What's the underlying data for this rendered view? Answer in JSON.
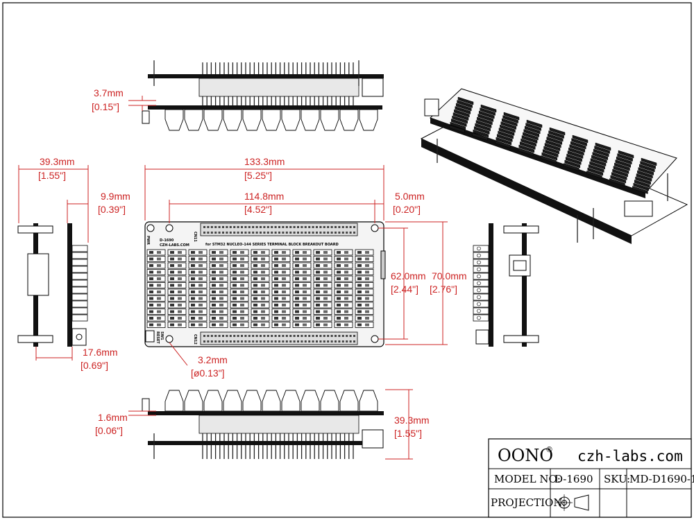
{
  "dimensions": {
    "standoff_height": {
      "mm": "3.7mm",
      "inch": "[0.15\"]"
    },
    "side_height": {
      "mm": "39.3mm",
      "inch": "[1.55\"]"
    },
    "side_offset": {
      "mm": "9.9mm",
      "inch": "[0.39\"]"
    },
    "side_depth": {
      "mm": "17.6mm",
      "inch": "[0.69\"]"
    },
    "overall_length": {
      "mm": "133.3mm",
      "inch": "[5.25\"]"
    },
    "hole_spacing_x": {
      "mm": "114.8mm",
      "inch": "[4.52\"]"
    },
    "hole_edge_offset": {
      "mm": "5.0mm",
      "inch": "[0.20\"]"
    },
    "hole_spacing_y": {
      "mm": "62.0mm",
      "inch": "[2.44\"]"
    },
    "overall_width": {
      "mm": "70.0mm",
      "inch": "[2.76\"]"
    },
    "hole_diameter": {
      "mm": "3.2mm",
      "inch": "[ø0.13\"]"
    },
    "pcb_thickness": {
      "mm": "1.6mm",
      "inch": "[0.06\"]"
    },
    "front_height": {
      "mm": "39.3mm",
      "inch": "[1.55\"]"
    }
  },
  "board_silkscreen": {
    "model": "D-1690",
    "site": "CZH-LABS.COM",
    "title": "for STM32 NUCLEO-144 SERIES TERMINAL BLOCK BREAKOUT BOARD",
    "header_top": "CN11",
    "header_bottom": "CN12",
    "reset_label": "RESET",
    "switch_label": "SW1",
    "power_label": "PWR"
  },
  "title_block": {
    "brand": "OONO",
    "brand_mark": "®",
    "website": "czh-labs.com",
    "model_label": "MODEL NO:",
    "model_value": "D-1690",
    "sku_label": "SKU:",
    "sku_value": "MD-D1690-1",
    "projection_label": "PROJECTION:",
    "projection_icon": "third-angle-projection-icon"
  },
  "colors": {
    "dimension": "#cc2222",
    "line": "#000000",
    "board": "#f4f4f4"
  }
}
